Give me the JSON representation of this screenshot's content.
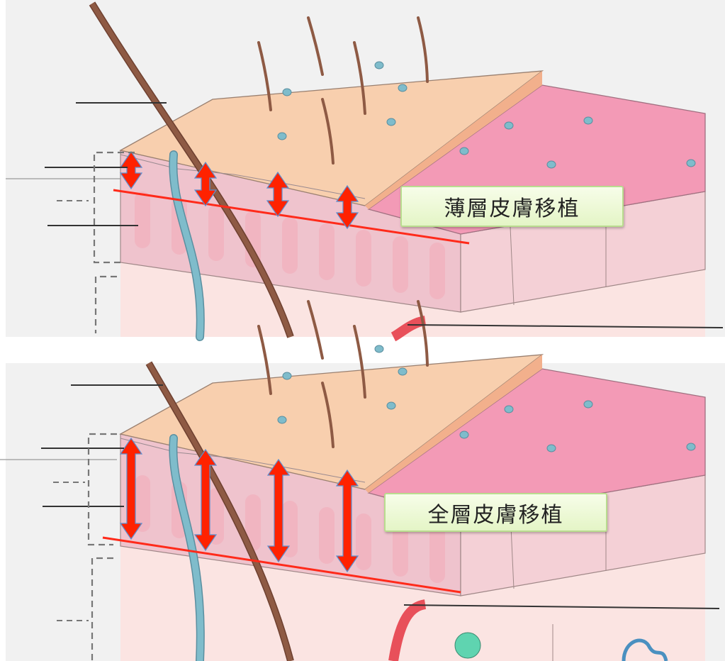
{
  "panels": [
    {
      "label": "薄層皮膚移植",
      "graft_type": "split-thickness"
    },
    {
      "label": "全層皮膚移植",
      "graft_type": "full-thickness"
    }
  ],
  "colors": {
    "background": "#f1f1f1",
    "epidermis_top": "#f8cfae",
    "graft_surface": "#f39ab6",
    "dermis": "#efc3cd",
    "subcutis": "#fbe4e2",
    "hair": "#8e5a44",
    "vessel": "#7fbccb",
    "arrow": "#ff2200",
    "cut_line": "#ff2a1a"
  }
}
